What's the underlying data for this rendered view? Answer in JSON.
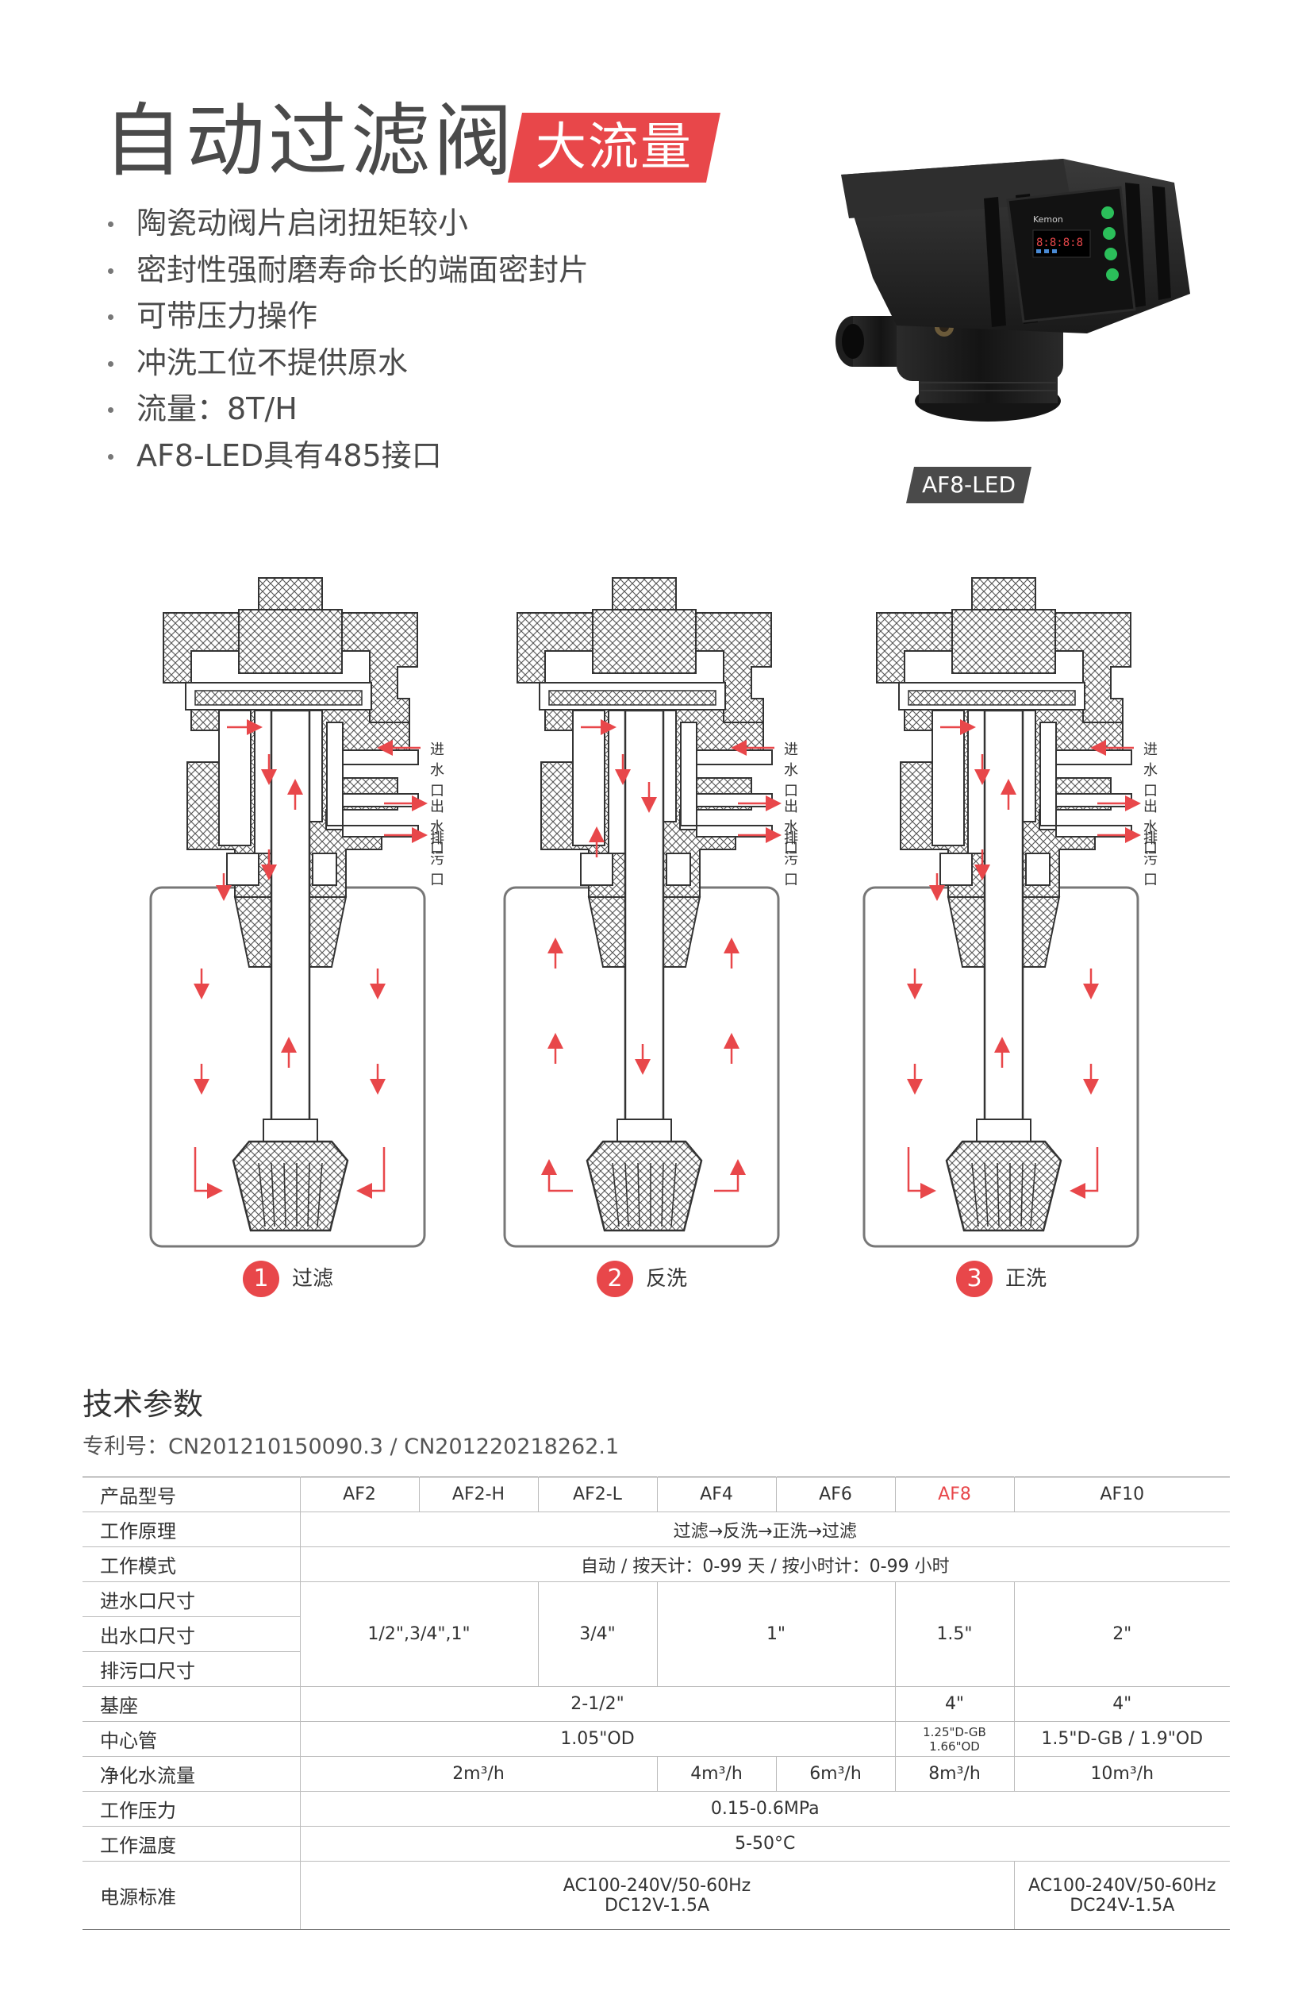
{
  "header": {
    "title": "自动过滤阀",
    "badge": "大流量",
    "features": [
      "陶瓷动阀片启闭扭矩较小",
      "密封性强耐磨寿命长的端面密封片",
      "可带压力操作",
      "冲洗工位不提供原水",
      "流量：8T/H",
      "AF8-LED具有485接口"
    ],
    "product_label": "AF8-LED",
    "product_brand": "Kemon",
    "accent_color": "#e8474a"
  },
  "diagrams": {
    "ports": {
      "inlet": "进水口",
      "outlet": "出水口",
      "drain": "排污口"
    },
    "steps": [
      {
        "num": "1",
        "label": "过滤"
      },
      {
        "num": "2",
        "label": "反洗"
      },
      {
        "num": "3",
        "label": "正洗"
      }
    ]
  },
  "spec": {
    "title": "技术参数",
    "patent": "专利号：CN201210150090.3 / CN201220218262.1",
    "rows": {
      "model": {
        "label": "产品型号",
        "af2": "AF2",
        "af2h": "AF2-H",
        "af2l": "AF2-L",
        "af4": "AF4",
        "af6": "AF6",
        "af8": "AF8",
        "af10": "AF10"
      },
      "principle": {
        "label": "工作原理",
        "value": "过滤→反洗→正洗→过滤"
      },
      "mode": {
        "label": "工作模式",
        "value": "自动 / 按天计：0-99 天 / 按小时计：0-99 小时"
      },
      "ports": {
        "inlet_label": "进水口尺寸",
        "outlet_label": "出水口尺寸",
        "drain_label": "排污口尺寸",
        "v1": "1/2\",3/4\",1\"",
        "v2": "3/4\"",
        "v3": "1\"",
        "v4": "1.5\"",
        "v5": "2\""
      },
      "base": {
        "label": "基座",
        "v1": "2-1/2\"",
        "v2": "4\"",
        "v3": "4\""
      },
      "tube": {
        "label": "中心管",
        "v1": "1.05\"OD",
        "v2a": "1.25\"D-GB",
        "v2b": "1.66\"OD",
        "v3": "1.5\"D-GB / 1.9\"OD"
      },
      "flow": {
        "label": "净化水流量",
        "v1": "2m³/h",
        "v2": "4m³/h",
        "v3": "6m³/h",
        "v4": "8m³/h",
        "v5": "10m³/h"
      },
      "pressure": {
        "label": "工作压力",
        "value": "0.15-0.6MPa"
      },
      "temp": {
        "label": "工作温度",
        "value": "5-50°C"
      },
      "power": {
        "label": "电源标准",
        "v1a": "AC100-240V/50-60Hz",
        "v1b": "DC12V-1.5A",
        "v2a": "AC100-240V/50-60Hz",
        "v2b": "DC24V-1.5A"
      }
    }
  }
}
